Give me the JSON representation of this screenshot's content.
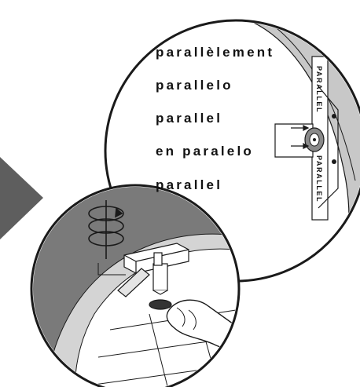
{
  "translations": [
    {
      "lang": "fr",
      "text": "parallèlement"
    },
    {
      "lang": "it",
      "text": "parallelo"
    },
    {
      "lang": "en",
      "text": "parallel"
    },
    {
      "lang": "es",
      "text": "en paralelo"
    },
    {
      "lang": "de",
      "text": "parallel"
    }
  ],
  "ruler_labels": {
    "upper": "PARALLEL",
    "lower": "PARALLEL"
  },
  "icons": {
    "arrow": "right-arrow-icon",
    "rotation": "rotate-clockwise-icon",
    "bolt": "bolt-icon",
    "hand": "finger-icon"
  },
  "colors": {
    "arrow": "#5a5a5a",
    "band": "#c9c9c9",
    "wall_dark": "#7a7a7a",
    "outline": "#1a1a1a"
  }
}
